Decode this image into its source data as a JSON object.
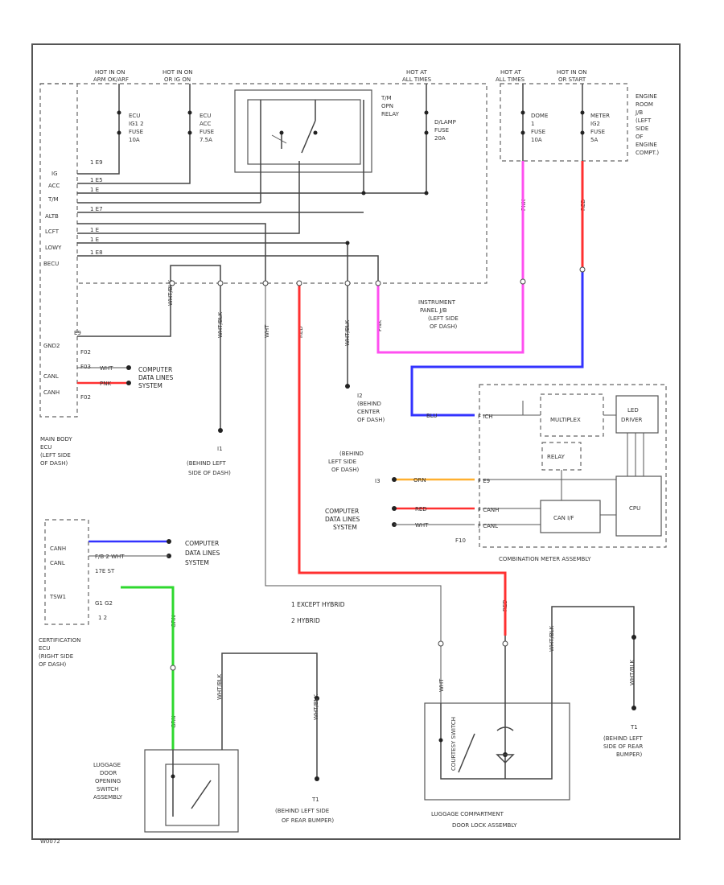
{
  "colors": {
    "pink": "#ff4ff0",
    "red": "#ff3030",
    "blue": "#3333ff",
    "green": "#2ed82e",
    "orange": "#ffb030",
    "navy": "#1a1a7a",
    "wire": "#444444"
  },
  "hot_labels": {
    "h1a": "HOT IN ON",
    "h1b": "ARM OK/ARF",
    "h2a": "HOT IN ON",
    "h2b": "OR IG ON",
    "h3a": "HOT AT",
    "h3b": "ALL TIMES",
    "h4a": "HOT AT",
    "h4b": "ALL TIMES",
    "h5a": "HOT IN ON",
    "h5b": "OR START"
  },
  "fuses": {
    "f1": [
      "ECU",
      "IG1 2",
      "FUSE",
      "10A"
    ],
    "f2": [
      "ECU",
      "ACC",
      "FUSE",
      "7.5A"
    ],
    "f3": [
      "D/LAMP",
      "FUSE",
      "20A"
    ],
    "f4": [
      "DOME",
      "1",
      "FUSE",
      "10A"
    ],
    "f5": [
      "METER",
      "IG2",
      "FUSE",
      "5A"
    ]
  },
  "relay_label": [
    "T/M",
    "OPN",
    "RELAY"
  ],
  "engine_room": [
    "ENGINE",
    "ROOM",
    "J/B",
    "(LEFT",
    "SIDE",
    "OF",
    "ENGINE",
    "COMPT.)"
  ],
  "ecu_pins": [
    "IG",
    "ACC",
    "T/M",
    "ALTB",
    "LCFT",
    "LOWY",
    "BECU"
  ],
  "ecu_pin_nums": [
    "1 E9",
    "1 E5",
    "1 E",
    "1 E7",
    "1 E",
    "1 E",
    "1 E8"
  ],
  "main_body": {
    "pins": [
      "GND2",
      "CANL",
      "CANH"
    ],
    "pin_codes": [
      "E9",
      "F02",
      "F03",
      "F02"
    ],
    "label": [
      "MAIN BODY",
      "ECU",
      "(LEFT SIDE",
      "OF DASH)"
    ]
  },
  "can_labels": {
    "c1": [
      "COMPUTER",
      "DATA LINES",
      "SYSTEM"
    ],
    "wires": [
      "WHT",
      "PNK"
    ]
  },
  "instrument_panel": [
    "INSTRUMENT",
    "PANEL J/B",
    "(LEFT SIDE",
    "OF DASH)"
  ],
  "grounds": {
    "g1": [
      "I1",
      "(BEHIND LEFT",
      "SIDE OF DASH)"
    ],
    "g2": [
      "I2",
      "(BEHIND",
      "CENTER",
      "OF DASH)"
    ],
    "g3": [
      "(BEHIND",
      "LEFT SIDE",
      "OF DASH)",
      "I3"
    ],
    "g4": [
      "T1",
      "(BEHIND LEFT SIDE",
      "OF REAR BUMPER)"
    ],
    "g5": [
      "T1",
      "(BEHIND LEFT",
      "SIDE OF REAR",
      "BUMPER)"
    ]
  },
  "meter": {
    "blocks": [
      "MULTIPLEX",
      "LED",
      "DRIVER",
      "RELAY",
      "CAN I/F",
      "CPU"
    ],
    "pins": [
      "F ICH",
      "F E9",
      "F CANH",
      "F CANL"
    ],
    "code": "F10",
    "label": "COMBINATION METER ASSEMBLY"
  },
  "meter_wires": {
    "blu": "BLU",
    "orn": "ORN",
    "red": "RED",
    "wht": "WHT"
  },
  "can2_labels": [
    "COMPUTER",
    "DATA LINES",
    "SYSTEM"
  ],
  "cert_ecu": {
    "pins": [
      "CANH",
      "CANL",
      "TSW1"
    ],
    "pin_rows": [
      "F/B   2   WHT",
      "17E   ST",
      "G1   G2",
      "1     2"
    ],
    "label": [
      "CERTIFICATION",
      "ECU",
      "(RIGHT SIDE",
      "OF DASH)"
    ]
  },
  "can3_labels": [
    "COMPUTER",
    "DATA LINES",
    "SYSTEM"
  ],
  "legend": [
    "1  EXCEPT HYBRID",
    "2  HYBRID"
  ],
  "luggage_switch": [
    "LUGGAGE",
    "DOOR",
    "OPENING",
    "SWITCH",
    "ASSEMBLY"
  ],
  "luggage_lock": [
    "LUGGAGE COMPARTMENT",
    "DOOR LOCK ASSEMBLY"
  ],
  "lock_internal": "COURTESY SWITCH",
  "wire_codes": {
    "w1": "WHT/BLK",
    "w2": "WHT/BLK",
    "w3": "WHT",
    "w4": "RED",
    "w5": "WHT/BLK",
    "w6": "PNK",
    "w7": "PNK",
    "w8": "RED",
    "w9": "WHT",
    "w10": "RED",
    "w11": "WHT/BLK",
    "w12": "GRN",
    "w13": "GRN",
    "w14": "WHT/BLK",
    "w15": "WHT/BLK",
    "w16": "WHT/BLK"
  },
  "footer_code": "W0072"
}
